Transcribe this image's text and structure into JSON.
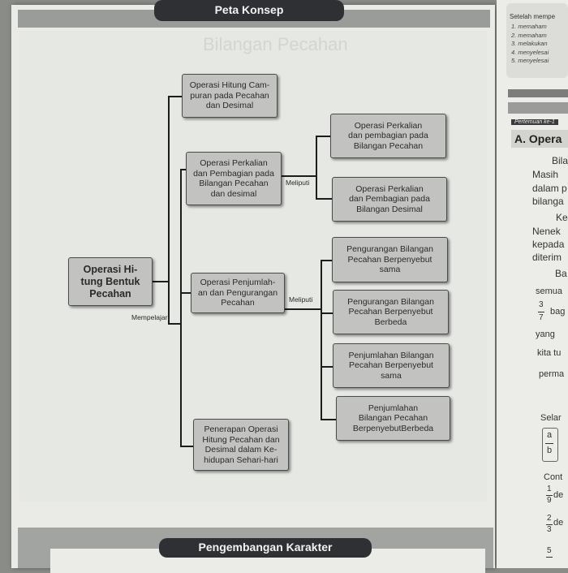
{
  "header": {
    "title": "Peta Konsep"
  },
  "footer": {
    "title": "Pengembangan Karakter"
  },
  "watermark": {
    "text": "Bilangan Pecahan"
  },
  "concept_map": {
    "root": "Operasi Hi-\ntung Bentuk\nPecahan",
    "root_edge_label": "Mempelajari",
    "branches": {
      "b1": "Operasi Hitung Cam-\npuran pada Pecahan\ndan Desimal",
      "b2": "Operasi Perkalian\ndan Pembagian pada\nBilangan Pecahan\ndan desimal",
      "b3": "Operasi Penjumlah-\nan dan Pengurangan\nPecahan",
      "b4": "Penerapan Operasi\nHitung Pecahan dan\nDesimal dalam Ke-\nhidupan Sehari-hari"
    },
    "edge_labels": {
      "b2": "Meliputi",
      "b3": "Meliputi"
    },
    "leaves": {
      "l1": "Operasi Perkalian\ndan pembagian pada\nBilangan Pecahan",
      "l2": "Operasi Perkalian\ndan Pembagian pada\nBilangan Desimal",
      "l3": "Pengurangan Bilangan\nPecahan Berpenyebut\nsama",
      "l4": "Pengurangan Bilangan\nPecahan Berpenyebut\nBerbeda",
      "l5": "Penjumlahan Bilangan\nPecahan Berpenyebut\nsama",
      "l6": "Penjumlahan\nBilangan Pecahan\nBerpenyebutBerbeda"
    }
  },
  "right_page": {
    "intro": "Setelah mempe",
    "objectives": [
      "1. memaham",
      "2. memaham",
      "3. melakukan",
      "4. menyelesai",
      "5. menyelesai"
    ],
    "meeting_label": "Pertemuan ke-1",
    "section_heading": "A. Opera",
    "text_lines": [
      "Bila",
      "Masih",
      "dalam p",
      "bilanga",
      "Ke",
      "Nenek",
      "kepada",
      "diterim",
      "Ba",
      "semua",
      "bag",
      "yang",
      "kita tu",
      "perma",
      "Selar",
      "Cont",
      "de",
      "de"
    ],
    "fraction": {
      "num": "3",
      "den": "7"
    },
    "fraction_ab": {
      "num": "a",
      "den": "b"
    },
    "fraction_1_9": {
      "num": "1",
      "den": "9"
    },
    "fraction_2_3": {
      "num": "2",
      "den": "3"
    },
    "fraction_5": {
      "num": "5"
    }
  }
}
